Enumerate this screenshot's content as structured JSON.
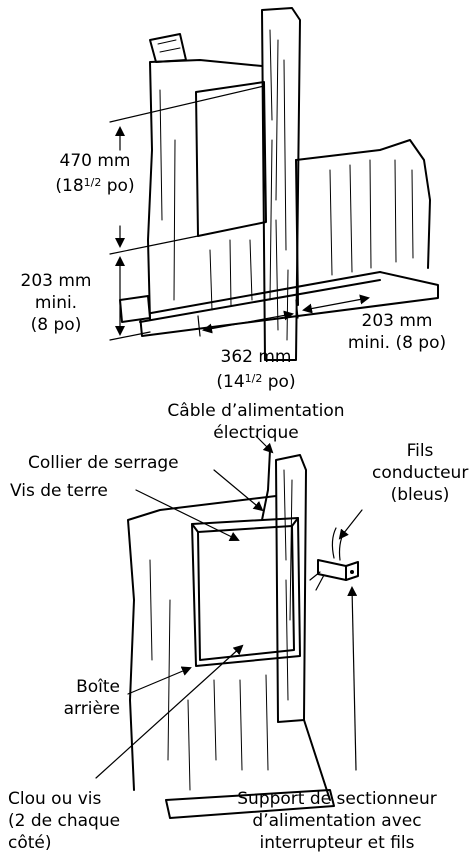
{
  "top": {
    "dim_height_mm": "470 mm",
    "dim_height_in_a": "(18",
    "dim_height_in_frac": "1/2",
    "dim_height_in_b": " po)",
    "dim_floor_mm": "203 mm",
    "dim_floor_min": "mini.",
    "dim_floor_in": "(8 po)",
    "dim_width_mm": "362 mm",
    "dim_width_in_a": "(14",
    "dim_width_in_frac": "1/2",
    "dim_width_in_b": " po)",
    "dim_side_mm": "203 mm",
    "dim_side_min": "mini. (8 po)"
  },
  "bottom": {
    "power_cable_1": "Câble d’alimentation",
    "power_cable_2": "électrique",
    "clamp": "Collier de serrage",
    "ground_screw": "Vis de terre",
    "leads_1": "Fils",
    "leads_2": "conducteurs",
    "leads_3": "(bleus)",
    "back_box_1": "Boîte",
    "back_box_2": "arrière",
    "nail_1": "Clou ou vis",
    "nail_2": "(2 de chaque",
    "nail_3": "côté)",
    "bracket_1": "Support de sectionneur",
    "bracket_2": "d’alimentation avec",
    "bracket_3": "interrupteur et fils"
  }
}
